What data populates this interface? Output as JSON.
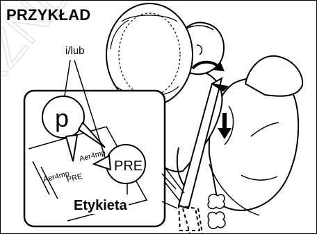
{
  "figure": {
    "title": "PRZYKŁAD",
    "or_label": "i/lub",
    "symbol_p": "p",
    "pre_circle": "PRE",
    "label_lines": [
      "Aer4mp",
      "Aer4mp",
      "PRE"
    ],
    "caption": "Etykieta",
    "watermark": "RZNE"
  }
}
